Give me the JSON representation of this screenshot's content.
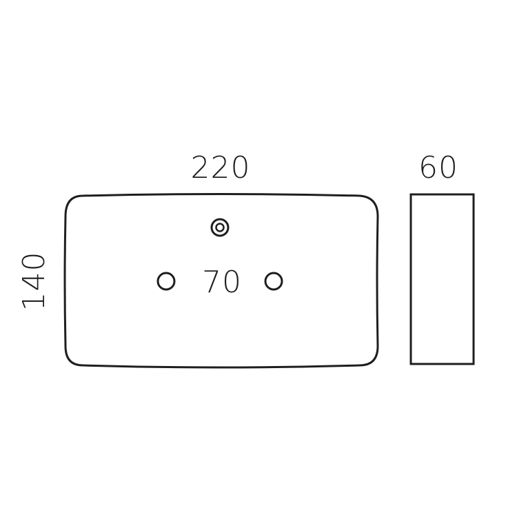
{
  "dimensions": {
    "width": "220",
    "height": "140",
    "depth": "60",
    "tap_hole_spacing": "70"
  },
  "colors": {
    "line": "#1e1e1e",
    "background": "#ffffff"
  }
}
